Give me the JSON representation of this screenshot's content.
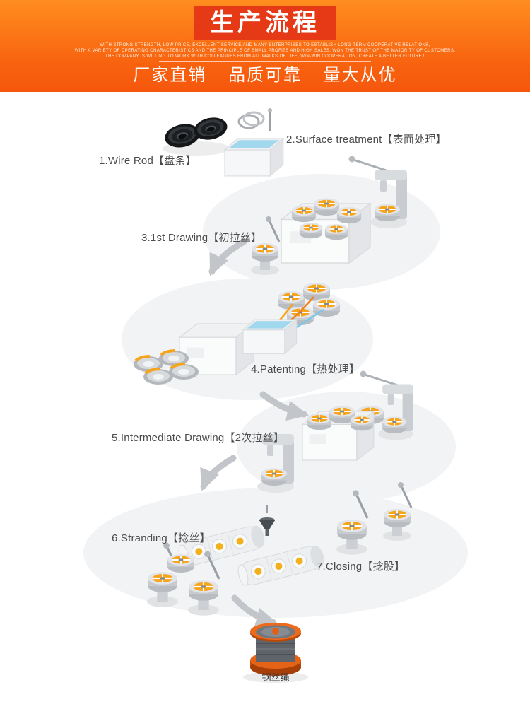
{
  "header": {
    "title": "生产流程",
    "tagline_line1": "WITH STRONG STRENGTH, LOW PRICE, EXCELLENT SERVICE AND MANY ENTERPRISES TO ESTABLISH LONG-TERM COOPERATIVE RELATIONS,",
    "tagline_line2": "WITH A VARIETY OF OPERATING CHARACTERISTICS AND THE PRINCIPLE OF SMALL PROFITS AND HIGH SALES, WON THE TRUST OF THE MAJORITY OF CUSTOMERS.",
    "tagline_line3": "THE COMPANY IS WILLING TO WORK WITH COLLEAGUES FROM ALL WALKS OF LIFE, WIN-WIN COOPERATION, CREATE A BETTER FUTURE !",
    "slogan1": "厂家直销",
    "slogan2": "品质可靠",
    "slogan3": "量大从优"
  },
  "colors": {
    "header-orange-top": "#ff8d1f",
    "header-orange-bottom": "#f5570d",
    "badge-red": "#e63a17",
    "accent-orange": "#f6a41b",
    "water-blue": "#a2d8ee"
  },
  "process": {
    "steps": [
      {
        "label": "1.Wire Rod【盘条】"
      },
      {
        "label": "2.Surface treatment【表面处理】"
      },
      {
        "label": "3.1st Drawing【初拉丝】"
      },
      {
        "label": "4.Patenting【热处理】"
      },
      {
        "label": "5.Intermediate Drawing【2次拉丝】"
      },
      {
        "label": "6.Stranding【捻丝】"
      },
      {
        "label": "7.Closing【捻股】"
      }
    ],
    "final_product": "钢丝绳"
  }
}
